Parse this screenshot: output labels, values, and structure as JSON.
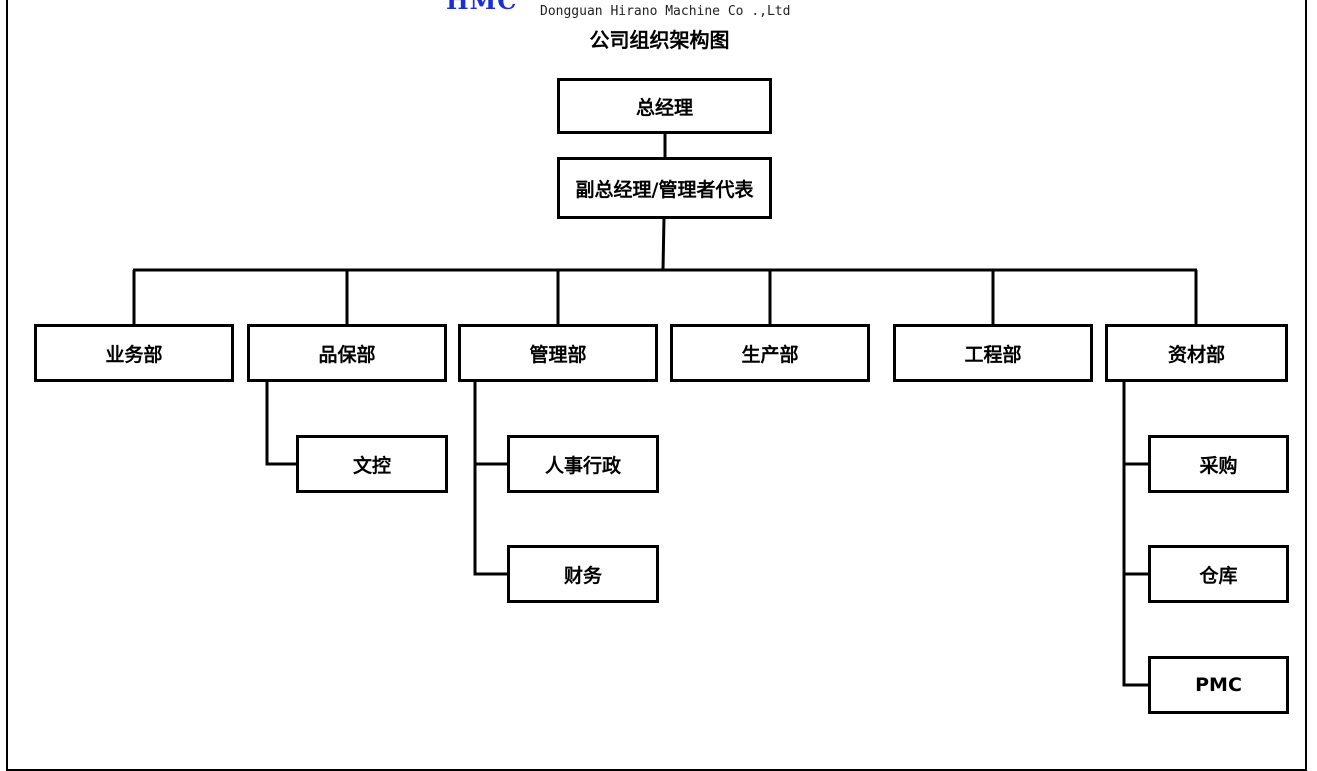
{
  "header": {
    "logo_text": "HMC",
    "company_name": "Dongguan Hirano Machine Co .,Ltd",
    "title": "公司组织架构图"
  },
  "org": {
    "general_manager": "总经理",
    "deputy": "副总经理/管理者代表",
    "departments": [
      "业务部",
      "品保部",
      "管理部",
      "生产部",
      "工程部",
      "资材部"
    ],
    "sub_units": {
      "quality": [
        "文控"
      ],
      "admin": [
        "人事行政",
        "财务"
      ],
      "materials": [
        "采购",
        "仓库",
        "PMC"
      ]
    }
  }
}
